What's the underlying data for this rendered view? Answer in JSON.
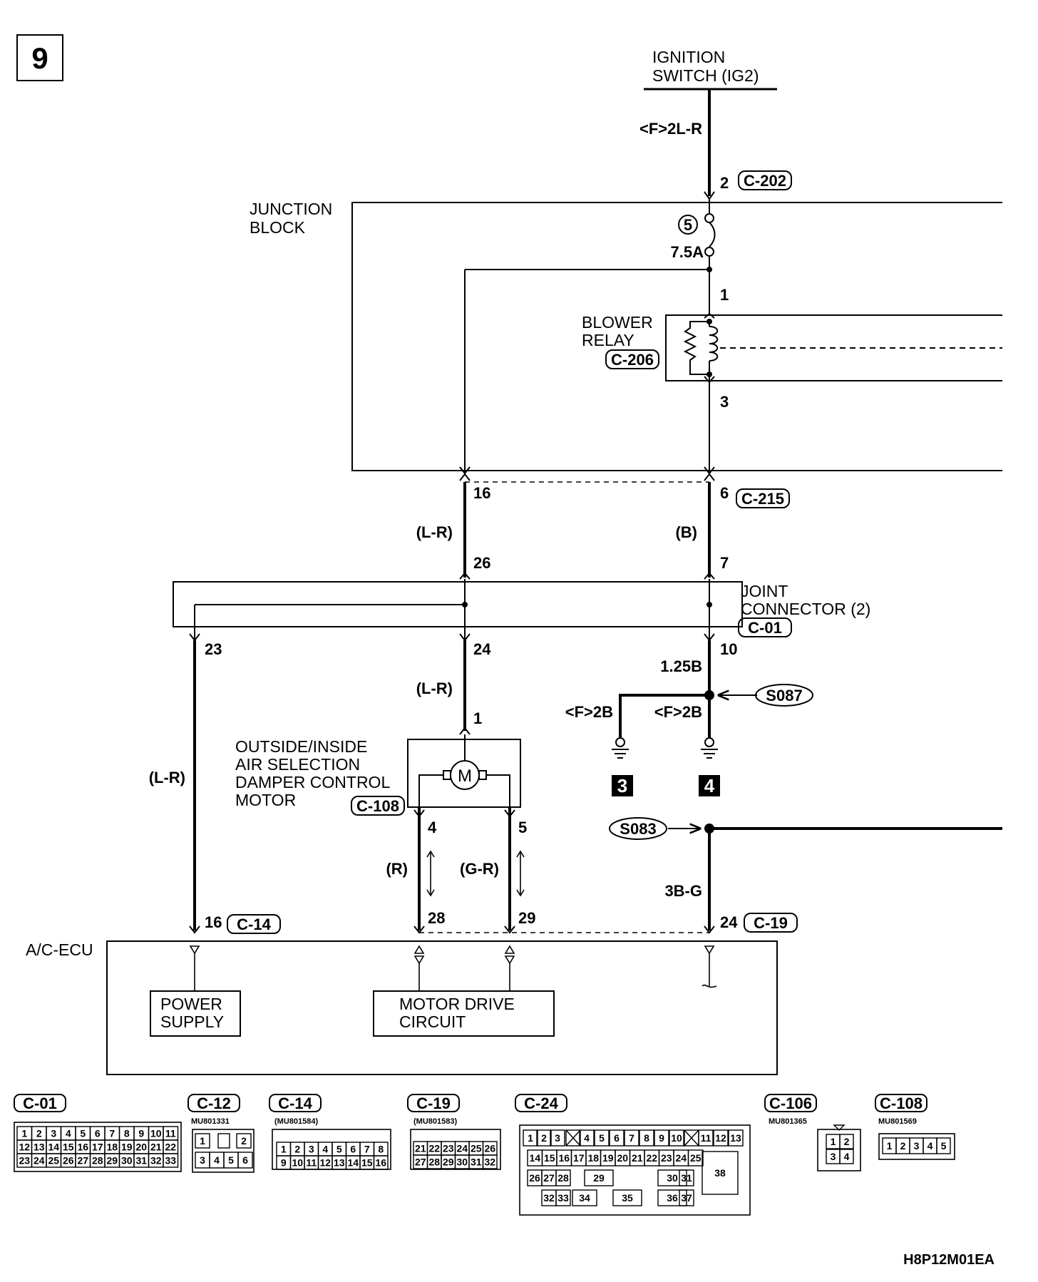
{
  "page_number": "9",
  "footer_code": "H8P12M01EA",
  "labels": {
    "ignition_line1": "IGNITION",
    "ignition_line2": "SWITCH (IG2)",
    "junction_line1": "JUNCTION",
    "junction_line2": "BLOCK",
    "relay_line1": "BLOWER",
    "relay_line2": "RELAY",
    "joint_line1": "JOINT",
    "joint_line2": "CONNECTOR (2)",
    "motor_line1": "OUTSIDE/INSIDE",
    "motor_line2": "AIR SELECTION",
    "motor_line3": "DAMPER CONTROL",
    "motor_line4": "MOTOR",
    "acecu": "A/C-ECU",
    "power_line1": "POWER",
    "power_line2": "SUPPLY",
    "drive_line1": "MOTOR DRIVE",
    "drive_line2": "CIRCUIT",
    "fuse_num": "5",
    "fuse_rating": "7.5A",
    "ground_3": "3",
    "ground_4": "4"
  },
  "connectors": {
    "c202": "C-202",
    "c206": "C-206",
    "c215": "C-215",
    "c01": "C-01",
    "c108": "C-108",
    "c14": "C-14",
    "c19": "C-19",
    "s087": "S087",
    "s083": "S083"
  },
  "wires": {
    "ign": "<F>2L-R",
    "lr_a": "(L-R)",
    "b_a": "(B)",
    "lr_b": "(L-R)",
    "lr_c": "(L-R)",
    "w125b": "1.25B",
    "f2b_a": "<F>2B",
    "f2b_b": "<F>2B",
    "r": "(R)",
    "gr": "(G-R)",
    "w3bg": "3B-G"
  },
  "pins": {
    "p2": "2",
    "p1": "1",
    "p3": "3",
    "p16": "16",
    "p6": "6",
    "p26": "26",
    "p7": "7",
    "p23": "23",
    "p24": "24",
    "p10": "10",
    "pm1": "1",
    "p4": "4",
    "p5": "5",
    "p28": "28",
    "p29": "29",
    "pe16": "16",
    "pe24": "24"
  },
  "legend": {
    "c01": {
      "title": "C-01",
      "rows": [
        [
          "1",
          "2",
          "3",
          "4",
          "5",
          "6",
          "7",
          "8",
          "9",
          "10",
          "11"
        ],
        [
          "12",
          "13",
          "14",
          "15",
          "16",
          "17",
          "18",
          "19",
          "20",
          "21",
          "22"
        ],
        [
          "23",
          "24",
          "25",
          "26",
          "27",
          "28",
          "29",
          "30",
          "31",
          "32",
          "33"
        ]
      ]
    },
    "c12": {
      "title": "C-12",
      "part": "MU801331",
      "rows": [
        [
          "1",
          "",
          "2"
        ],
        [
          "3",
          "4",
          "5",
          "6"
        ]
      ]
    },
    "c14": {
      "title": "C-14",
      "part": "(MU801584)",
      "rows": [
        [
          "1",
          "2",
          "3",
          "4",
          "5",
          "6",
          "7",
          "8"
        ],
        [
          "9",
          "10",
          "11",
          "12",
          "13",
          "14",
          "15",
          "16"
        ]
      ]
    },
    "c19": {
      "title": "C-19",
      "part": "(MU801583)",
      "rows": [
        [
          "21",
          "22",
          "23",
          "24",
          "25",
          "26"
        ],
        [
          "27",
          "28",
          "29",
          "30",
          "31",
          "32"
        ]
      ]
    },
    "c24": {
      "title": "C-24",
      "row1": [
        "1",
        "2",
        "3",
        "4",
        "5",
        "6",
        "7",
        "8",
        "9",
        "10",
        "11",
        "12",
        "13"
      ],
      "row2": [
        "14",
        "15",
        "16",
        "17",
        "18",
        "19",
        "20",
        "21",
        "22",
        "23",
        "24",
        "25"
      ],
      "row3": [
        "26",
        "27",
        "28",
        "29",
        "30",
        "31"
      ],
      "row4": [
        "32",
        "33",
        "34",
        "35",
        "36",
        "37"
      ],
      "big": "38"
    },
    "c106": {
      "title": "C-106",
      "part": "MU801365",
      "rows": [
        [
          "1",
          "2"
        ],
        [
          "3",
          "4"
        ]
      ]
    },
    "c108": {
      "title": "C-108",
      "part": "MU801569",
      "cells": [
        "1",
        "2",
        "3",
        "4",
        "5"
      ]
    }
  }
}
